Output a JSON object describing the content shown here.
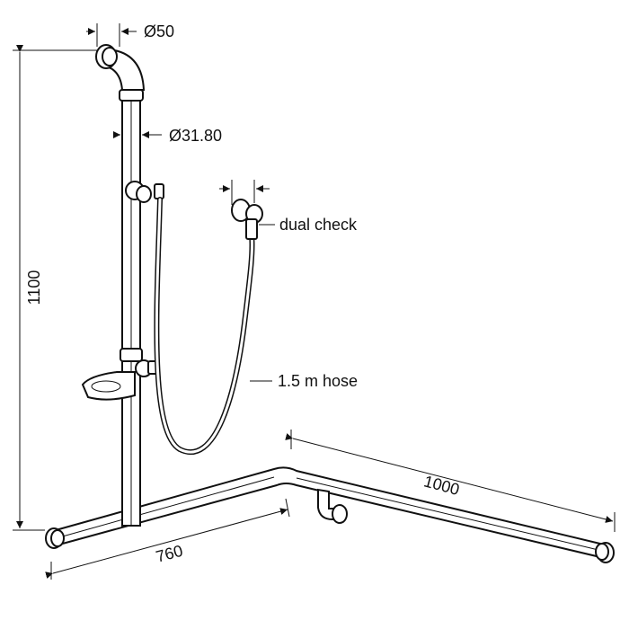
{
  "labels": {
    "flange_diameter": "Ø50",
    "rail_diameter": "Ø31.80",
    "outlet": "dual check",
    "hose": "1.5 m hose",
    "height": "1100",
    "short_leg": "760",
    "long_leg": "1000"
  }
}
